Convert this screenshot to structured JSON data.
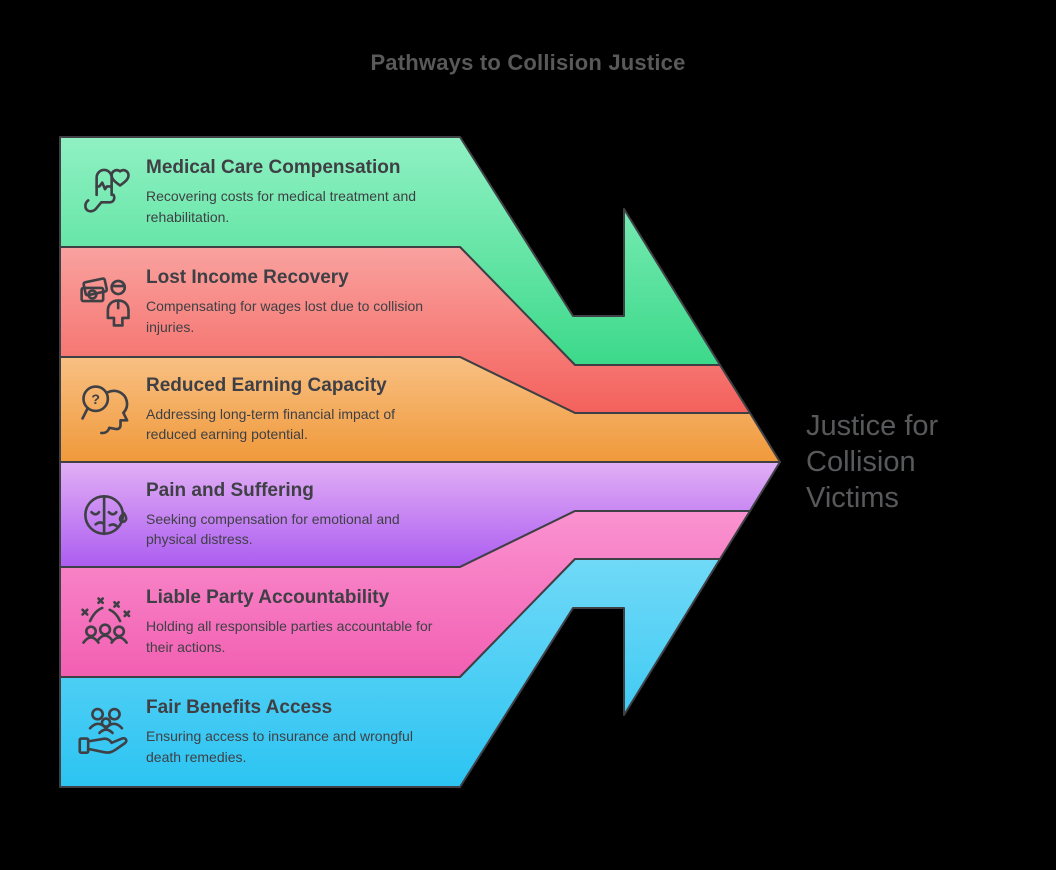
{
  "title": "Pathways to Collision Justice",
  "result_label": "Justice for Collision Victims",
  "colors": {
    "background": "#000000",
    "outline": "#3F4046",
    "title_text": "#595959",
    "result_text": "#58595B",
    "card_text": "#3F4045"
  },
  "bands": [
    {
      "title": "Medical Care Compensation",
      "description": "Recovering costs for medical treatment and rehabilitation.",
      "icon": "medical-care-icon",
      "color_top": "#90F1C3",
      "color_bottom": "#3CD98A"
    },
    {
      "title": "Lost Income Recovery",
      "description": "Compensating for wages lost due to collision injuries.",
      "icon": "lost-income-icon",
      "color_top": "#F9A29F",
      "color_bottom": "#F4615C"
    },
    {
      "title": "Reduced Earning Capacity",
      "description": "Addressing long-term financial impact of reduced earning potential.",
      "icon": "reduced-earning-icon",
      "color_top": "#F8C083",
      "color_bottom": "#F0993A"
    },
    {
      "title": "Pain and Suffering",
      "description": "Seeking compensation for emotional and physical distress.",
      "icon": "pain-suffering-icon",
      "color_top": "#E2AFF5",
      "color_bottom": "#AC5DF0"
    },
    {
      "title": "Liable Party Accountability",
      "description": "Holding all responsible parties accountable for their actions.",
      "icon": "liable-party-icon",
      "color_top": "#FA93D0",
      "color_bottom": "#F25FB2"
    },
    {
      "title": "Fair Benefits Access",
      "description": "Ensuring access to insurance and wrongful death remedies.",
      "icon": "fair-benefits-icon",
      "color_top": "#70D9F7",
      "color_bottom": "#2CC4F2"
    }
  ]
}
